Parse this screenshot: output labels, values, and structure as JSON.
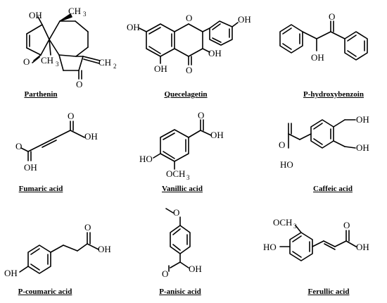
{
  "compounds": [
    {
      "name": "Parthenin",
      "atoms": {
        "oh": "OH",
        "ch3_top": "CH",
        "ch3_top_sub": "3",
        "o_left": "O",
        "ch3_ring": "CH",
        "ch3_ring_sub": "3",
        "o_bottom": "O",
        "ch2": "CH",
        "ch2_sub": "2"
      }
    },
    {
      "name": "Quecelagetin",
      "atoms": {
        "oh_left": "OH",
        "oh_right": "OH",
        "o_ring": "O",
        "oh_bottom": "OH",
        "o_ketone": "O",
        "oh_side": "OH"
      }
    },
    {
      "name": "P-hydroxybenzoin",
      "atoms": {
        "o": "O",
        "oh": "OH"
      }
    },
    {
      "name": "Fumaric acid",
      "atoms": {
        "o_top": "O",
        "oh_top": "OH",
        "o_bottom": "O",
        "oh_bottom": "OH"
      }
    },
    {
      "name": "Vanillic acid",
      "atoms": {
        "o": "O",
        "oh_acid": "OH",
        "oh": "HO",
        "och3": "OCH",
        "och3_sub": "3"
      }
    },
    {
      "name": "Caffeic acid",
      "atoms": {
        "oh_top": "OH",
        "oh_mid": "OH",
        "o": "O",
        "ho": "HO"
      }
    },
    {
      "name": "P-coumaric acid",
      "atoms": {
        "o": "O",
        "oh_acid": "OH",
        "ho": "OH"
      }
    },
    {
      "name": "P-anisic acid",
      "atoms": {
        "o_top": "O",
        "o": "O",
        "oh": "OH"
      }
    },
    {
      "name": "Ferullic acid",
      "atoms": {
        "och3": "OCH",
        "och3_sub": "3",
        "ho": "HO",
        "o": "O",
        "oh": "OH"
      }
    }
  ]
}
